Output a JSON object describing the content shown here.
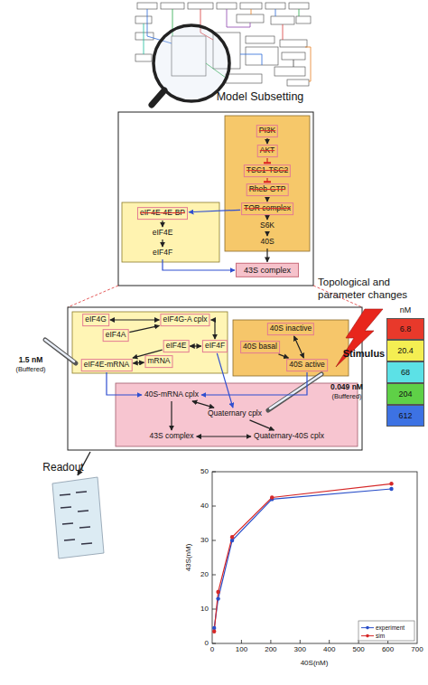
{
  "diagram": {
    "nodes": [
      {
        "text": [
          "PI3K"
        ]
      },
      {
        "text": [
          "AKT"
        ]
      },
      {
        "text": [
          "TSC1-TSC2"
        ]
      },
      {
        "text": [
          "Rheb-GTP"
        ]
      },
      {
        "text": [
          "TOR complex"
        ]
      },
      {
        "text": [
          "S6K"
        ]
      },
      {
        "text": [
          "40S"
        ]
      },
      {
        "text": [
          "eIF4E-4E-BP"
        ]
      },
      {
        "text": [
          "eIF4E"
        ]
      },
      {
        "text": [
          "eIF4F"
        ]
      },
      {
        "text": [
          "43S complex"
        ]
      },
      {
        "text": [
          "eIF4G"
        ]
      },
      {
        "text": [
          "eIF4G-A cplx"
        ]
      },
      {
        "text": [
          "eIF4A"
        ]
      },
      {
        "text": [
          "eIF4E"
        ]
      },
      {
        "text": [
          "eIF4F"
        ]
      },
      {
        "text": [
          "mRNA"
        ]
      },
      {
        "text": [
          "eIF4E-mRNA"
        ]
      },
      {
        "text": [
          "40S inactive"
        ]
      },
      {
        "text": [
          "40S basal"
        ]
      },
      {
        "text": [
          "40S active"
        ]
      },
      {
        "text": [
          "40S-mRNA cplx"
        ]
      },
      {
        "text": [
          "Quaternary cplx"
        ]
      },
      {
        "text": [
          "43S complex"
        ]
      },
      {
        "text": [
          "Quaternary-40S cplx"
        ]
      }
    ],
    "edges": [
      {
        "from": 0,
        "to": 1,
        "arrow": "to"
      },
      {
        "from": 1,
        "to": 2,
        "arrow": "to"
      },
      {
        "from": 2,
        "to": 3,
        "arrow": "to"
      },
      {
        "from": 3,
        "to": 4,
        "arrow": "to"
      },
      {
        "from": 4,
        "to": 7,
        "arrow": "to"
      },
      {
        "from": 4,
        "to": 5,
        "arrow": "to"
      },
      {
        "from": 5,
        "to": 6,
        "arrow": "to"
      },
      {
        "from": 7,
        "to": 8,
        "arrow": "to"
      },
      {
        "from": 8,
        "to": 9,
        "arrow": "to"
      },
      {
        "from": 9,
        "to": 10,
        "arrow": "to"
      },
      {
        "from": 6,
        "to": 10,
        "arrow": "to"
      },
      {
        "from": 11,
        "to": 12,
        "arrow": "both"
      },
      {
        "from": 13,
        "to": 12,
        "arrow": "to"
      },
      {
        "from": 12,
        "to": 15,
        "arrow": "both"
      },
      {
        "from": 14,
        "to": 15,
        "arrow": "both"
      },
      {
        "from": 16,
        "to": 17,
        "arrow": "both"
      },
      {
        "from": 14,
        "to": 17,
        "arrow": "to"
      },
      {
        "from": 17,
        "to": 21,
        "arrow": "to"
      },
      {
        "from": 20,
        "to": 21,
        "arrow": "to"
      },
      {
        "from": 15,
        "to": 22,
        "arrow": "to"
      },
      {
        "from": 21,
        "to": 22,
        "arrow": "both"
      },
      {
        "from": 22,
        "to": 24,
        "arrow": "to"
      },
      {
        "from": 23,
        "to": 24,
        "arrow": "both"
      },
      {
        "from": 21,
        "to": 23,
        "arrow": "to"
      },
      {
        "from": 18,
        "to": 20,
        "arrow": "both"
      },
      {
        "from": 19,
        "to": 20,
        "arrow": "to"
      }
    ],
    "labels": [
      "Model Subsetting",
      "Topological and parameter changes",
      "1.5 nM",
      "(Buffered)",
      "0.049 nM",
      "(Buffered)",
      "Stimulus",
      "nM",
      "Readout",
      "0",
      "10",
      "20",
      "30",
      "40",
      "50",
      "0",
      "100",
      "200",
      "300",
      "400",
      "500",
      "600",
      "700",
      "43S(nM)",
      "40S(nM)"
    ],
    "legend": [
      {
        "text": "6.8",
        "color": "#e8392b"
      },
      {
        "text": "20.4",
        "color": "#f4ee52"
      },
      {
        "text": "68",
        "color": "#5ce1e6"
      },
      {
        "text": "204",
        "color": "#5fd047"
      },
      {
        "text": "612",
        "color": "#3d72e3"
      },
      {
        "text": "experiment"
      },
      {
        "text": "sim"
      }
    ]
  }
}
